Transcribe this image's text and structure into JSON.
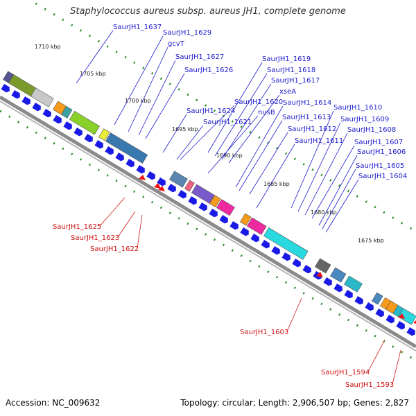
{
  "title": "Staphylococcus aureus subsp. aureus JH1, complete genome",
  "accession": "Accession: NC_009632",
  "summary": "Topology: circular; Length: 2,906,507 bp; Genes: 2,827",
  "colors": {
    "backbone": "#8a8a8a",
    "cds_arrow": "#1a1ae6",
    "forward_label": "#1a1acc",
    "reverse_label": "#cc1111",
    "green_dots": "#2a8a2a"
  },
  "scale_ticks": [
    "1710 kbp",
    "1705 kbp",
    "1700 kbp",
    "1695 kbp",
    "1690 kbp",
    "1685 kbp",
    "1680 kbp",
    "1675 kbp"
  ],
  "forward_labels": [
    "SaurJH1_1637",
    "SaurJH1_1629",
    "gcvT",
    "SaurJH1_1627",
    "SaurJH1_1626",
    "SaurJH1_1619",
    "SaurJH1_1618",
    "SaurJH1_1617",
    "xseA",
    "SaurJH1_1620",
    "nusB",
    "SaurJH1_1614",
    "SaurJH1_1624",
    "SaurJH1_1621",
    "SaurJH1_1613",
    "SaurJH1_1612",
    "SaurJH1_1611",
    "SaurJH1_1610",
    "SaurJH1_1609",
    "SaurJH1_1608",
    "SaurJH1_1607",
    "SaurJH1_1606",
    "SaurJH1_1605",
    "SaurJH1_1604"
  ],
  "reverse_labels": [
    "SaurJH1_1625",
    "SaurJH1_1623",
    "SaurJH1_1622",
    "SaurJH1_1603",
    "SaurJH1_1594",
    "SaurJH1_1593"
  ]
}
